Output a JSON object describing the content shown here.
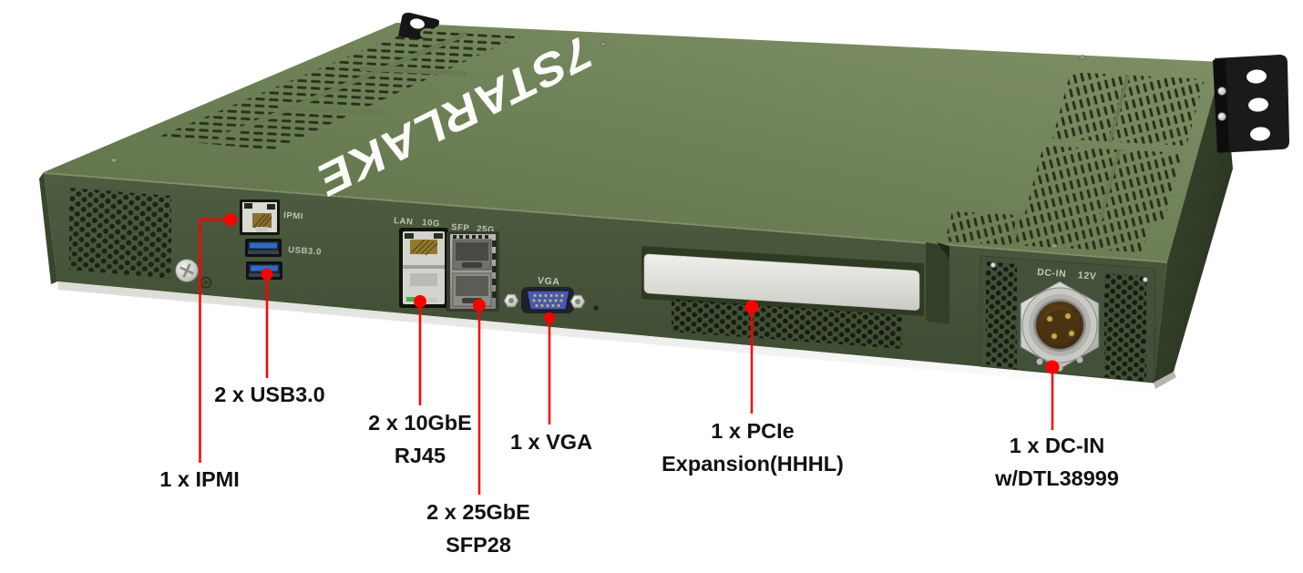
{
  "brand": {
    "logo_text": "7STARLAKE"
  },
  "panel_silkscreen": {
    "ipmi": "IPMI",
    "usb": "USB3.0",
    "lan": "LAN",
    "lan_speed": "10G",
    "sfp": "SFP",
    "sfp_speed": "25G",
    "vga": "VGA",
    "dcin": "DC-IN",
    "dcin_voltage": "12V"
  },
  "callouts": {
    "ipmi": {
      "line1": "1 x IPMI"
    },
    "usb": {
      "line1": "2 x USB3.0"
    },
    "rj45": {
      "line1": "2 x 10GbE",
      "line2": "RJ45"
    },
    "vga": {
      "line1": "1 x VGA"
    },
    "sfp28": {
      "line1": "2 x 25GbE",
      "line2": "SFP28"
    },
    "pcie": {
      "line1": "1 x PCIe",
      "line2": "Expansion(HHHL)"
    },
    "dcin": {
      "line1": "1 x DC-IN",
      "line2": "w/DTL38999"
    }
  },
  "colors": {
    "chassis_top_green": "#6e8056",
    "chassis_front_green": "#47553b",
    "chassis_side_green": "#2f3a26",
    "callout_red": "#fe0000",
    "usb_port_blue": "#2f6bc4",
    "vga_connector_blue": "#4659b8",
    "label_text": "#111111",
    "silkscreen_text": "#bdc3b2"
  }
}
